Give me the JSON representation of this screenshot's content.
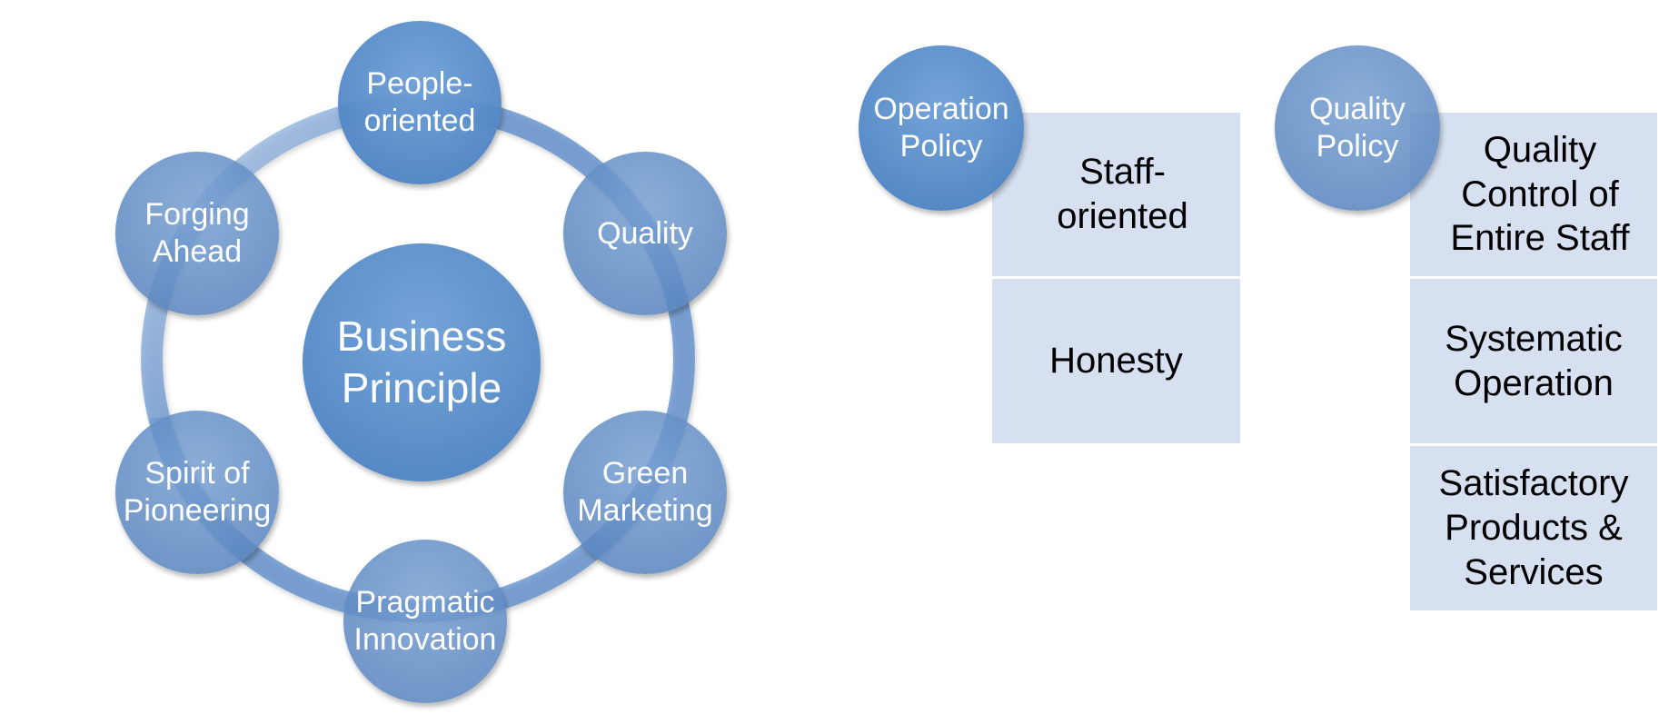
{
  "business_principle": {
    "center": "Business\nPrinciple",
    "nodes": {
      "people": "People-\noriented",
      "quality": "Quality",
      "green": "Green\nMarketing",
      "pragmatic": "Pragmatic\nInnovation",
      "spirit": "Spirit of\nPioneering",
      "forging": "Forging\nAhead"
    }
  },
  "operation_policy": {
    "title": "Operation\nPolicy",
    "items": [
      "Staff-\noriented",
      "Honesty"
    ]
  },
  "quality_policy": {
    "title": "Quality\nPolicy",
    "items": [
      "Quality\nControl of\nEntire Staff",
      "Systematic\nOperation",
      "Satisfactory\nProducts &\nServices"
    ]
  },
  "colors": {
    "circle_blue": "#5a8ccd",
    "box_fill": "#d6e0f0"
  }
}
